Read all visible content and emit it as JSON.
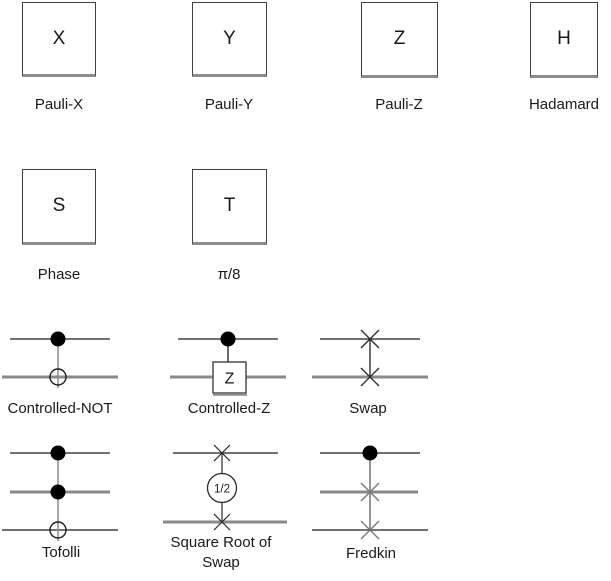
{
  "background": "#ffffff",
  "colors": {
    "wire_black": "#1f1f1f",
    "wire_gray": "#8a8a8a",
    "node_fill": "#000000",
    "box_border": "#404040",
    "box_shadow": "#8c8c8c"
  },
  "single_qubit_gates": {
    "pauli_x": {
      "symbol": "X",
      "caption": "Pauli-X"
    },
    "pauli_y": {
      "symbol": "Y",
      "caption": "Pauli-Y"
    },
    "pauli_z": {
      "symbol": "Z",
      "caption": "Pauli-Z"
    },
    "hadamard": {
      "symbol": "H",
      "caption": "Hadamard"
    },
    "phase": {
      "symbol": "S",
      "caption": "Phase"
    },
    "pi_over_8": {
      "symbol": "T",
      "caption": "π/8"
    }
  },
  "circuit_gates": {
    "cnot": {
      "caption": "Controlled-NOT"
    },
    "cz": {
      "caption": "Controlled-Z",
      "target_symbol": "Z"
    },
    "swap": {
      "caption": "Swap"
    },
    "toffoli": {
      "caption": "Tofolli"
    },
    "sqrt_swap": {
      "caption_line1": "Square Root of",
      "caption_line2": "Swap",
      "node_symbol": "1/2"
    },
    "fredkin": {
      "caption": "Fredkin"
    }
  }
}
